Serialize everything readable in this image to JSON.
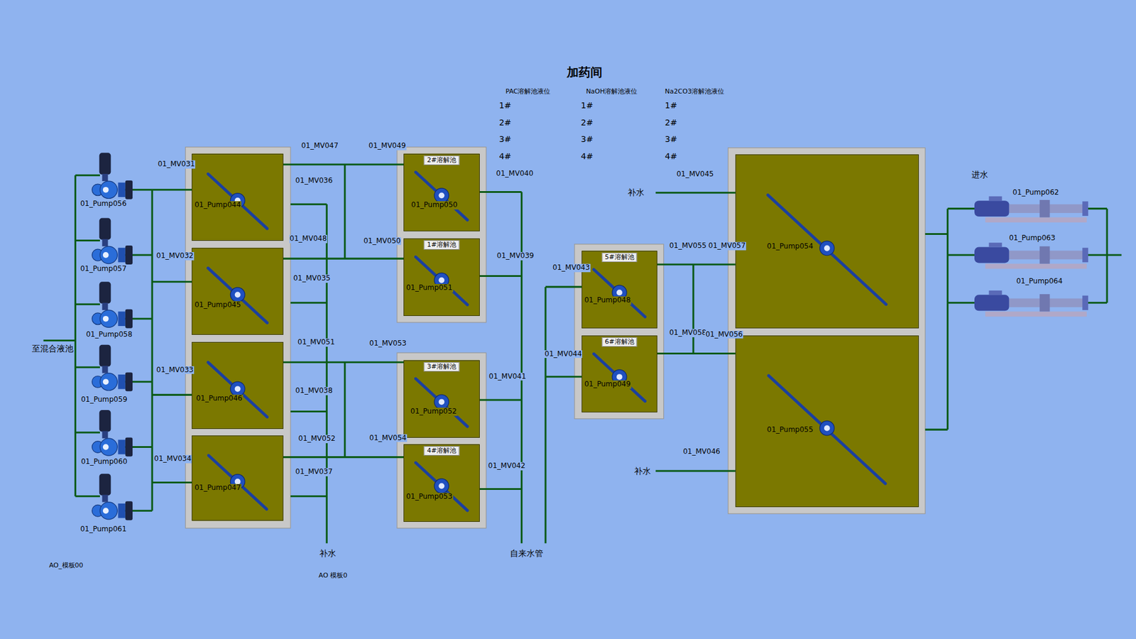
{
  "diagram": {
    "title": "加药间",
    "nodes": [
      {
        "text": [
          "01_Pump044"
        ]
      },
      {
        "text": [
          "01_Pump045"
        ]
      },
      {
        "text": [
          "01_Pump046"
        ]
      },
      {
        "text": [
          "01_Pump047"
        ]
      },
      {
        "text": [
          "2#溶解池",
          "01_Pump050"
        ]
      },
      {
        "text": [
          "1#溶解池",
          "01_Pump051"
        ]
      },
      {
        "text": [
          "3#溶解池",
          "01_Pump052"
        ]
      },
      {
        "text": [
          "4#溶解池",
          "01_Pump053"
        ]
      },
      {
        "text": [
          "5#溶解池",
          "01_Pump048"
        ]
      },
      {
        "text": [
          "6#溶解池",
          "01_Pump049"
        ]
      },
      {
        "text": [
          "01_Pump054"
        ]
      },
      {
        "text": [
          "01_Pump055"
        ]
      }
    ],
    "edges": [
      {
        "from": 0,
        "to": 4,
        "arrow": "none"
      },
      {
        "from": 1,
        "to": 5,
        "arrow": "none"
      },
      {
        "from": 2,
        "to": 6,
        "arrow": "none"
      },
      {
        "from": 3,
        "to": 7,
        "arrow": "none"
      },
      {
        "from": 8,
        "to": 10,
        "arrow": "none"
      },
      {
        "from": 9,
        "to": 11,
        "arrow": "none"
      }
    ],
    "labels": [
      "PAC溶解池液位",
      "NaOH溶解池液位",
      "Na2CO3溶解池液位",
      "1#",
      "2#",
      "3#",
      "4#",
      "1#",
      "2#",
      "3#",
      "4#",
      "1#",
      "2#",
      "3#",
      "4#",
      "01_MV031",
      "01_MV032",
      "01_MV033",
      "01_MV034",
      "01_MV047",
      "01_MV049",
      "01_MV036",
      "01_MV048",
      "01_MV050",
      "01_MV035",
      "01_MV051",
      "01_MV053",
      "01_MV038",
      "01_MV052",
      "01_MV054",
      "01_MV037",
      "01_MV040",
      "01_MV039",
      "01_MV041",
      "01_MV042",
      "01_MV043",
      "01_MV044",
      "01_MV045",
      "01_MV055",
      "01_MV057",
      "01_MV058",
      "01_MV056",
      "01_MV046",
      "补水",
      "补水",
      "进水",
      "补水",
      "自来水管",
      "至混合液池",
      "AO_模板00",
      "AO 模板0",
      "01_Pump056",
      "01_Pump057",
      "01_Pump058",
      "01_Pump059",
      "01_Pump060",
      "01_Pump061",
      "01_Pump062",
      "01_Pump063",
      "01_Pump064"
    ]
  }
}
